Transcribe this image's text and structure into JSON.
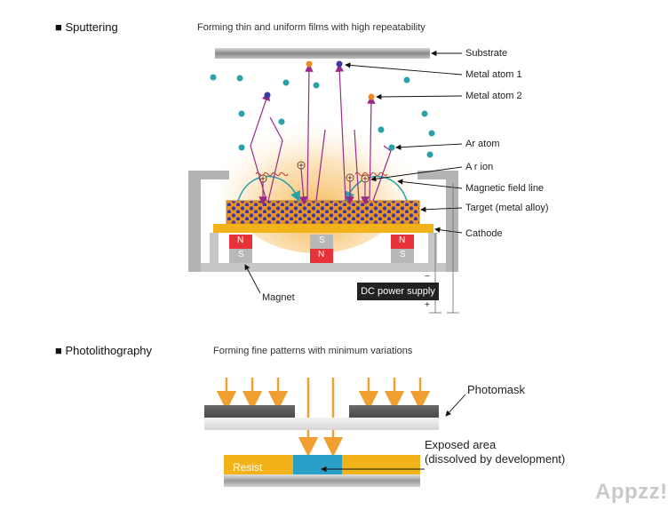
{
  "sputtering": {
    "heading": "■ Sputtering",
    "subtitle": "Forming thin and uniform films with high repeatability",
    "labels": {
      "substrate": "Substrate",
      "metal_atom_1": "Metal atom 1",
      "metal_atom_2": "Metal atom 2",
      "ar_atom": "Ar atom",
      "ar_ion": "A r ion",
      "magnetic_field_line": "Magnetic field line",
      "target": "Target (metal alloy)",
      "cathode": "Cathode",
      "magnet": "Magnet",
      "dc_power_supply": "DC power supply",
      "minus": "−",
      "plus": "+",
      "magnet_n": "N",
      "magnet_s": "S"
    }
  },
  "photolithography": {
    "heading": "■ Photolithography",
    "subtitle": "Forming fine patterns with minimum variations",
    "labels": {
      "photomask": "Photomask",
      "exposed_area_line1": "Exposed area",
      "exposed_area_line2": "(dissolved by development)",
      "resist": "Resist"
    }
  },
  "watermark": "Appzz!",
  "colors": {
    "orange": "#f0a030",
    "metal_atom_1": "#3a3aa0",
    "metal_atom_2": "#f08a20",
    "ar_atom": "#2aa0a8",
    "magnet_red": "#e8323a",
    "magnet_gray": "#b8b8b8",
    "cathode": "#f2b21a",
    "arrow_purple": "#9a2a88",
    "field_line": "#2aa0a8",
    "exposed_blue": "#2aa0c8",
    "resist_yellow": "#f2b21a"
  }
}
